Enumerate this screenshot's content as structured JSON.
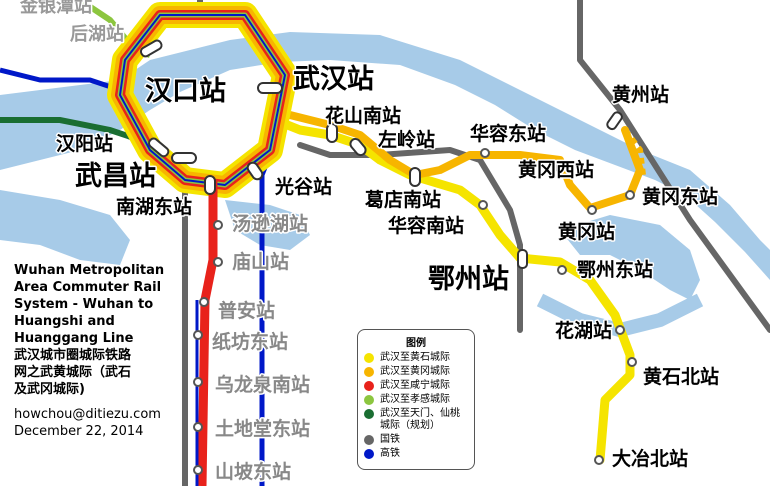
{
  "stations": {
    "jinyintan": "金银潭站",
    "houhu": "后湖站",
    "hankou": "汉口站",
    "wuhan": "武汉站",
    "hanyang": "汉阳站",
    "wuchang": "武昌站",
    "nanhudong": "南湖东站",
    "guanggu": "光谷站",
    "huashannan": "花山南站",
    "zuoling": "左岭站",
    "huarongdong": "华容东站",
    "huanggangxi": "黄冈西站",
    "huangzhou": "黄州站",
    "huanggangdong": "黄冈东站",
    "huanggang": "黄冈站",
    "gediannan": "葛店南站",
    "huarongnan": "华容南站",
    "ezhou": "鄂州站",
    "ezhoudong": "鄂州东站",
    "tangxunhu": "汤逊湖站",
    "miaoshan": "庙山站",
    "puan": "普安站",
    "zhifangdong": "纸坊东站",
    "wulongquannan": "乌龙泉南站",
    "tuditangdong": "土地堂东站",
    "shanpodong": "山坡东站",
    "huahu": "花湖站",
    "huangshibei": "黄石北站",
    "dayebei": "大冶北站"
  },
  "info": {
    "title_lines": [
      "Wuhan Metropolitan",
      "Area Commuter Rail",
      "System - Wuhan to",
      "Huangshi and",
      "Huanggang Line"
    ],
    "title_cn_lines": [
      "武汉城市圈城际铁路",
      "网之武黄城际（武石",
      "及武冈城际)"
    ],
    "email": "howchou@ditiezu.com",
    "date": "December 22, 2014"
  },
  "legend": {
    "title": "图例",
    "items": [
      {
        "label": "武汉至黄石城际",
        "color": "#f5e400"
      },
      {
        "label": "武汉至黄冈城际",
        "color": "#f7b500"
      },
      {
        "label": "武汉至咸宁城际",
        "color": "#e8221b"
      },
      {
        "label": "武汉至孝感城际",
        "color": "#8cc63f"
      },
      {
        "label": "武汉至天门、仙桃城际（规划）",
        "color": "#1a6e32"
      },
      {
        "label": "国铁",
        "color": "#666666"
      },
      {
        "label": "高铁",
        "color": "#0018c8"
      }
    ]
  },
  "colors": {
    "water": "#a7cbe8",
    "gray_rail": "#666666",
    "high_speed": "#0018c8"
  }
}
